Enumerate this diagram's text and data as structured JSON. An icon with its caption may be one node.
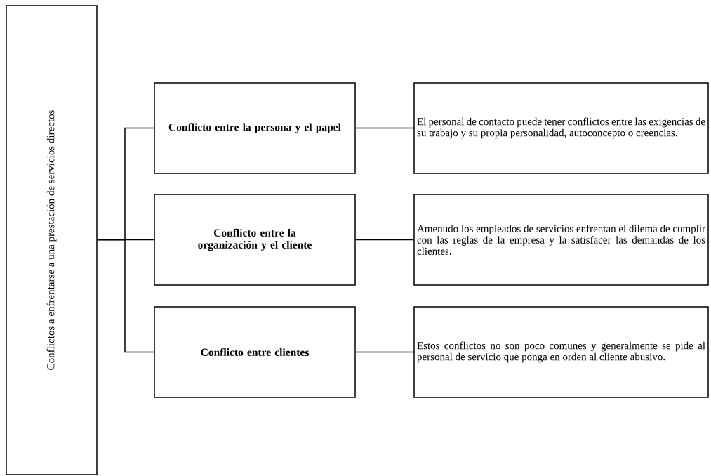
{
  "diagram": {
    "nodes": [
      {
        "text": [
          "Conflictos a enfrentarse a una prestación de servicios directos"
        ]
      },
      {
        "text": [
          "Conflicto entre la persona y el papel"
        ]
      },
      {
        "text": [
          "Conflicto entre la organización y el cliente"
        ]
      },
      {
        "text": [
          "Conflicto entre clientes"
        ]
      },
      {
        "text": [
          "El personal de contacto puede tener conflictos entre las exigencias de su trabajo y su propia personalidad, autoconcepto o creencias."
        ]
      },
      {
        "text": [
          "Amenudo los empleados de servicios enfrentan el dilema de cumplir con las reglas de la empresa y la  satisfacer las demandas de los clientes."
        ]
      },
      {
        "text": [
          "Estos conflictos no son poco comunes y generalmente se pide al personal de servicio que ponga en orden al cliente abusivo."
        ]
      }
    ],
    "edges": [
      {
        "from": 0,
        "to": 1,
        "arrow": "none"
      },
      {
        "from": 0,
        "to": 2,
        "arrow": "none"
      },
      {
        "from": 0,
        "to": 3,
        "arrow": "none"
      },
      {
        "from": 1,
        "to": 4,
        "arrow": "none"
      },
      {
        "from": 2,
        "to": 5,
        "arrow": "none"
      },
      {
        "from": 3,
        "to": 6,
        "arrow": "none"
      }
    ]
  }
}
